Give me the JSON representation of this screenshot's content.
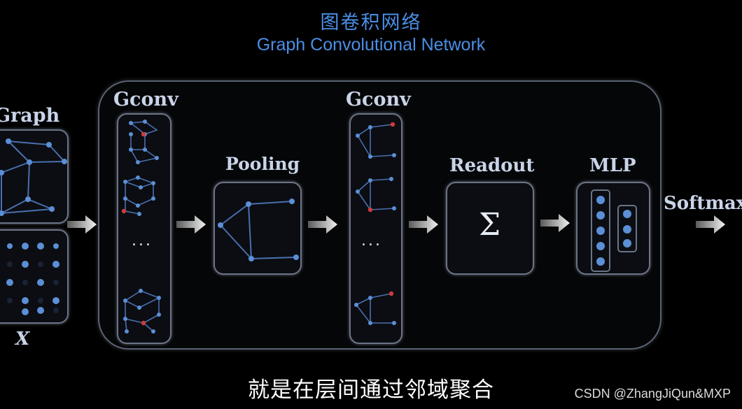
{
  "title_cn": "图卷积网络",
  "title_en": "Graph Convolutional Network",
  "labels": {
    "graph": "Graph",
    "x": "X",
    "gconv1": "Gconv",
    "pooling": "Pooling",
    "gconv2": "Gconv",
    "readout": "Readout",
    "mlp": "MLP",
    "softmax": "Softmax"
  },
  "ellipsis": "...",
  "readout_symbol": "Σ",
  "subtitle": "就是在层间通过邻域聚合",
  "watermark": "CSDN @ZhangJiQun&MXP",
  "colors": {
    "title": "#4a8fe6",
    "node": "#5b8fd6",
    "edge": "#4a6fae",
    "highlight_node": "#d13b3b"
  }
}
